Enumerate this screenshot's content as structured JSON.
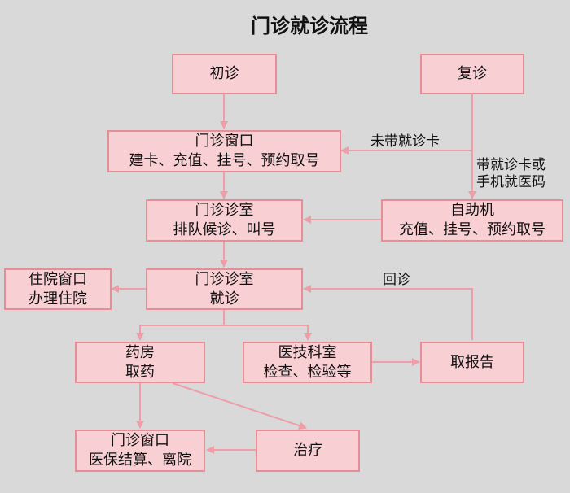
{
  "title": "门诊就诊流程",
  "nodes": {
    "initial": {
      "line1": "初诊"
    },
    "return": {
      "line1": "复诊"
    },
    "window1": {
      "line1": "门诊窗口",
      "line2": "建卡、充值、挂号、预约取号"
    },
    "waiting": {
      "line1": "门诊诊室",
      "line2": "排队候诊、叫号"
    },
    "kiosk": {
      "line1": "自助机",
      "line2": "充值、挂号、预约取号"
    },
    "consult": {
      "line1": "门诊诊室",
      "line2": "就诊"
    },
    "inpatient": {
      "line1": "住院窗口",
      "line2": "办理住院"
    },
    "pharmacy": {
      "line1": "药房",
      "line2": "取药"
    },
    "lab": {
      "line1": "医技科室",
      "line2": "检查、检验等"
    },
    "report": {
      "line1": "取报告"
    },
    "settle": {
      "line1": "门诊窗口",
      "line2": "医保结算、离院"
    },
    "treat": {
      "line1": "治疗"
    }
  },
  "edge_labels": {
    "no_card": "未带就诊卡",
    "with_card_1": "带就诊卡或",
    "with_card_2": "手机就医码",
    "revisit": "回诊"
  },
  "colors": {
    "background": "#d9d9d9",
    "node_fill": "#f8cfd2",
    "node_border": "#e58e97",
    "arrow": "#ee9ea6"
  }
}
